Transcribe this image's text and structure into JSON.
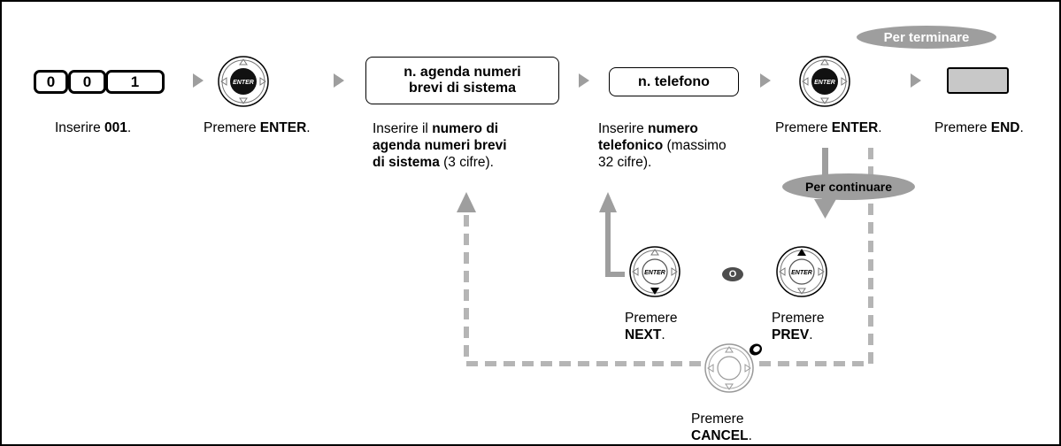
{
  "keys": [
    "0",
    "0",
    "1"
  ],
  "nav_center_label": "ENTER",
  "fields": {
    "agenda_line1": "n. agenda numeri",
    "agenda_line2": "brevi di sistema",
    "telefono": "n. telefono"
  },
  "pills": {
    "per_terminare": "Per terminare",
    "per_continuare": "Per continuare",
    "or": "O"
  },
  "steps": {
    "step1": {
      "prefix": "Inserire ",
      "bold": "001",
      "suffix": "."
    },
    "step2": {
      "prefix": "Premere ",
      "bold": "ENTER",
      "suffix": "."
    },
    "step3": {
      "line1_prefix": "Inserire il ",
      "line1_bold": "numero di",
      "line2_bold": "agenda numeri brevi",
      "line3_bold": "di sistema",
      "line3_suffix": " (3 cifre)."
    },
    "step4": {
      "line1_prefix": "Inserire ",
      "line1_bold": "numero",
      "line2_bold": "telefonico",
      "line2_suffix": " (massimo",
      "line3": "32 cifre)."
    },
    "step5": {
      "prefix": "Premere ",
      "bold": "ENTER",
      "suffix": "."
    },
    "step6": {
      "prefix": "Premere ",
      "bold": "END",
      "suffix": "."
    },
    "next": {
      "line1": "Premere",
      "bold": "NEXT",
      "suffix": "."
    },
    "prev": {
      "line1": "Premere",
      "bold": "PREV",
      "suffix": "."
    },
    "cancel": {
      "line1": "Premere",
      "bold": "CANCEL",
      "suffix": "."
    }
  }
}
